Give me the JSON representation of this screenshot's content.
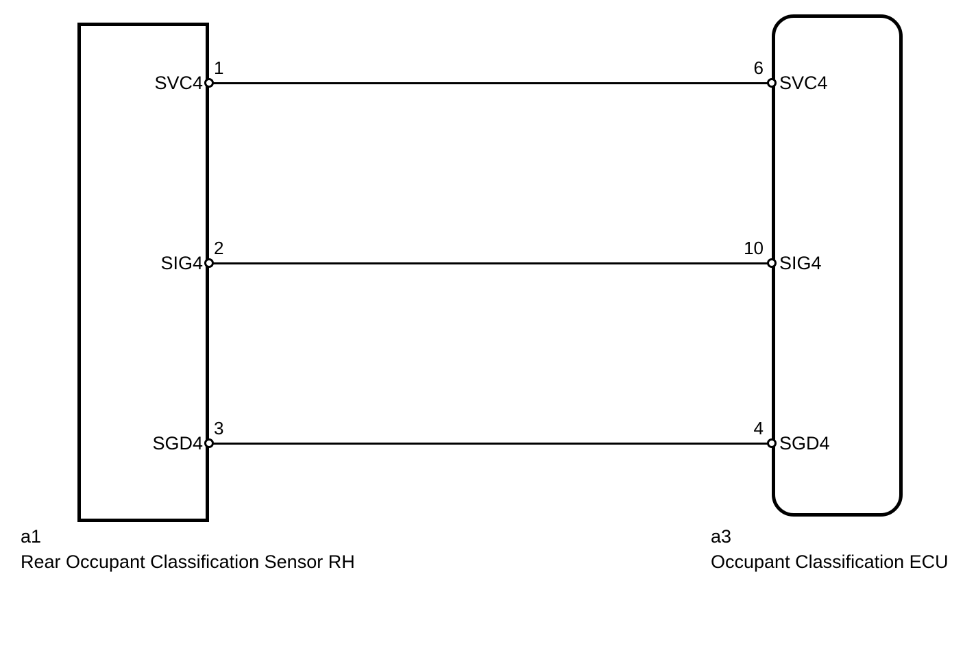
{
  "diagram": {
    "type": "wiring-connector-diagram",
    "colors": {
      "line": "#000000",
      "background": "#ffffff"
    },
    "left_component": {
      "id": "a1",
      "name": "Rear Occupant Classification Sensor RH",
      "shape": "rectangle",
      "pins": [
        {
          "number": "1",
          "label": "SVC4"
        },
        {
          "number": "2",
          "label": "SIG4"
        },
        {
          "number": "3",
          "label": "SGD4"
        }
      ]
    },
    "right_component": {
      "id": "a3",
      "name": "Occupant Classification ECU",
      "shape": "rounded-rectangle",
      "pins": [
        {
          "number": "6",
          "label": "SVC4"
        },
        {
          "number": "10",
          "label": "SIG4"
        },
        {
          "number": "4",
          "label": "SGD4"
        }
      ]
    },
    "wires": [
      {
        "signal": "SVC4",
        "from_pin": "a1-1",
        "to_pin": "a3-6"
      },
      {
        "signal": "SIG4",
        "from_pin": "a1-2",
        "to_pin": "a3-10"
      },
      {
        "signal": "SGD4",
        "from_pin": "a1-3",
        "to_pin": "a3-4"
      }
    ]
  }
}
